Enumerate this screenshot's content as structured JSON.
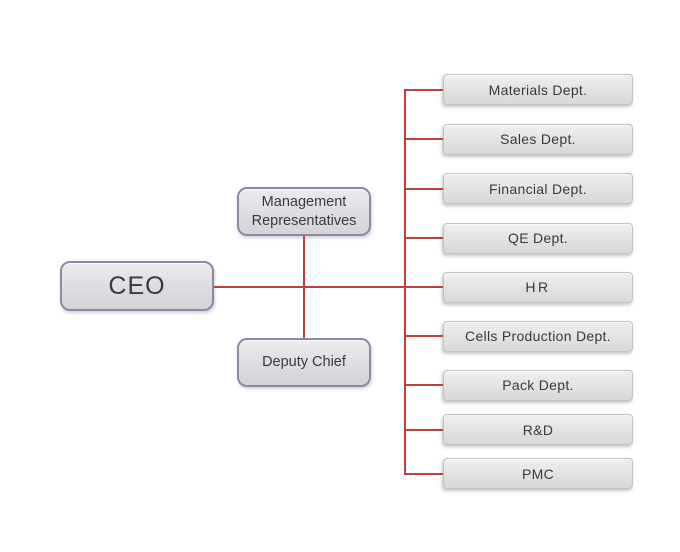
{
  "chart": {
    "type": "org-chart",
    "root": {
      "label": "CEO"
    },
    "staff": {
      "management_representatives": {
        "label": "Management Representatives"
      },
      "deputy_chief": {
        "label": "Deputy Chief"
      }
    },
    "departments": [
      {
        "label": "Materials Dept."
      },
      {
        "label": "Sales Dept."
      },
      {
        "label": "Financial Dept."
      },
      {
        "label": "QE Dept."
      },
      {
        "label": "HR"
      },
      {
        "label": "Cells Production Dept."
      },
      {
        "label": "Pack Dept."
      },
      {
        "label": "R&D"
      },
      {
        "label": "PMC"
      }
    ],
    "colors": {
      "connector": "#bf403c",
      "purple_border": "#8b88a7",
      "dept_border": "#c2c2c2",
      "text": "#3a3a3a"
    }
  }
}
